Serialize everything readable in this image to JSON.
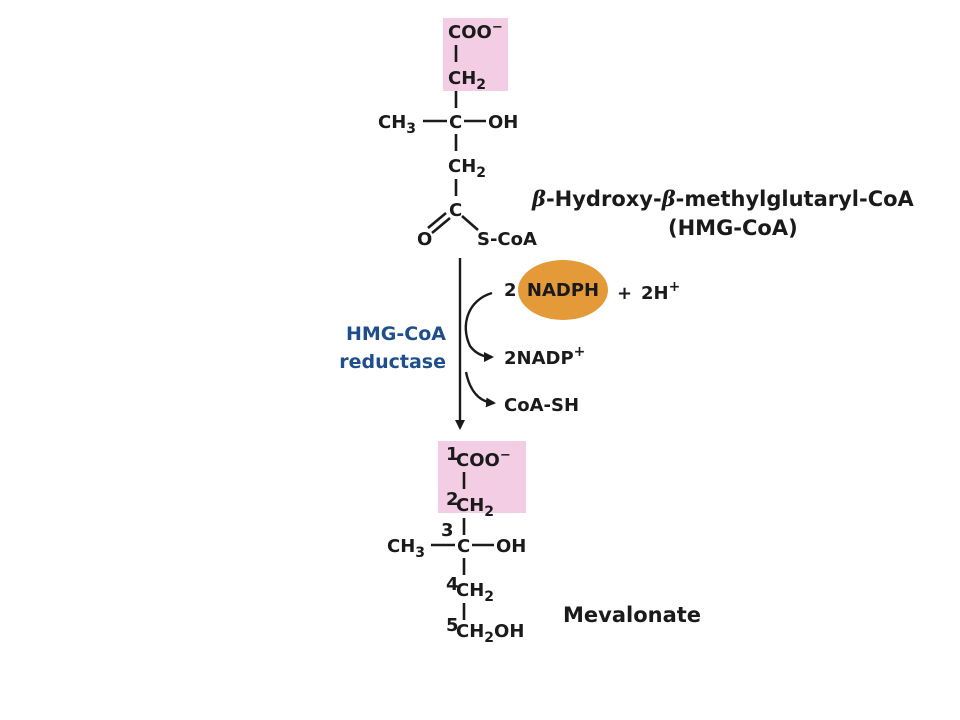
{
  "colors": {
    "highlight": "#f2cde4",
    "enzyme_text": "#1f4e8c",
    "nadph_fill": "#e59a3a"
  },
  "hmg_coa": {
    "coo": "COO",
    "coo_charge": "−",
    "ch2_top_c": "CH",
    "ch2_top_sub": "2",
    "ch3_c": "CH",
    "ch3_sub": "3",
    "c3": "C",
    "oh": "OH",
    "ch2_mid_c": "CH",
    "ch2_mid_sub": "2",
    "c_carbonyl": "C",
    "o": "O",
    "scoa": "S-CoA",
    "name_line1": "β-Hydroxy-β-methylglutaryl-CoA",
    "name_line2": "(HMG-CoA)"
  },
  "reaction": {
    "enzyme_line1": "HMG-CoA",
    "enzyme_line2": "reductase",
    "nadph_coef": "2",
    "nadph": "NADPH",
    "plus": "+",
    "h_ion": "2H",
    "h_charge": "+",
    "nadp": "2NADP",
    "nadp_charge": "+",
    "coash": "CoA-SH"
  },
  "mevalonate": {
    "n1": "1",
    "coo": "COO",
    "coo_charge": "−",
    "n2": "2",
    "ch2_a_c": "CH",
    "ch2_a_sub": "2",
    "ch3_c": "CH",
    "ch3_sub": "3",
    "n3": "3",
    "c3": "C",
    "oh": "OH",
    "n4": "4",
    "ch2_b_c": "CH",
    "ch2_b_sub": "2",
    "n5": "5",
    "ch2oh_c": "CH",
    "ch2oh_sub": "2",
    "ch2oh_oh": "OH",
    "name": "Mevalonate"
  }
}
